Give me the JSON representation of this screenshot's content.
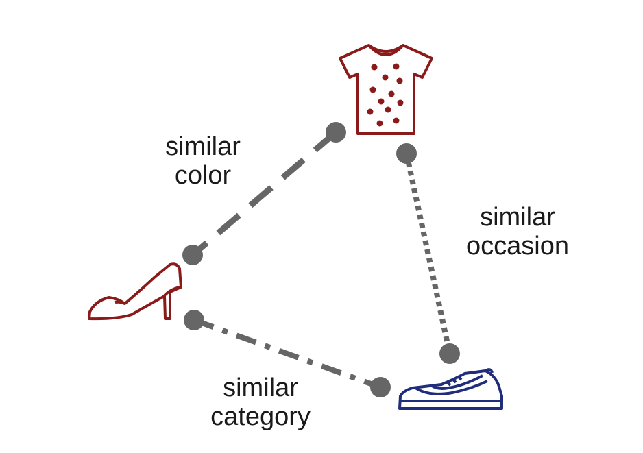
{
  "items": {
    "shirt": {
      "icon": "polka-dot-tshirt-icon",
      "color": "#8b1a1a"
    },
    "heel": {
      "icon": "high-heel-shoe-icon",
      "color": "#8b1a1a"
    },
    "sneaker": {
      "icon": "sneaker-icon",
      "color": "#1f2d7a"
    }
  },
  "relations": {
    "color": {
      "line1": "similar",
      "line2": "color",
      "line_style": "dashed"
    },
    "occasion": {
      "line1": "similar",
      "line2": "occasion",
      "line_style": "dotted"
    },
    "category": {
      "line1": "similar",
      "line2": "category",
      "line_style": "dash-dot"
    }
  },
  "colors": {
    "connector": "#666666",
    "text": "#1a1a1a"
  }
}
